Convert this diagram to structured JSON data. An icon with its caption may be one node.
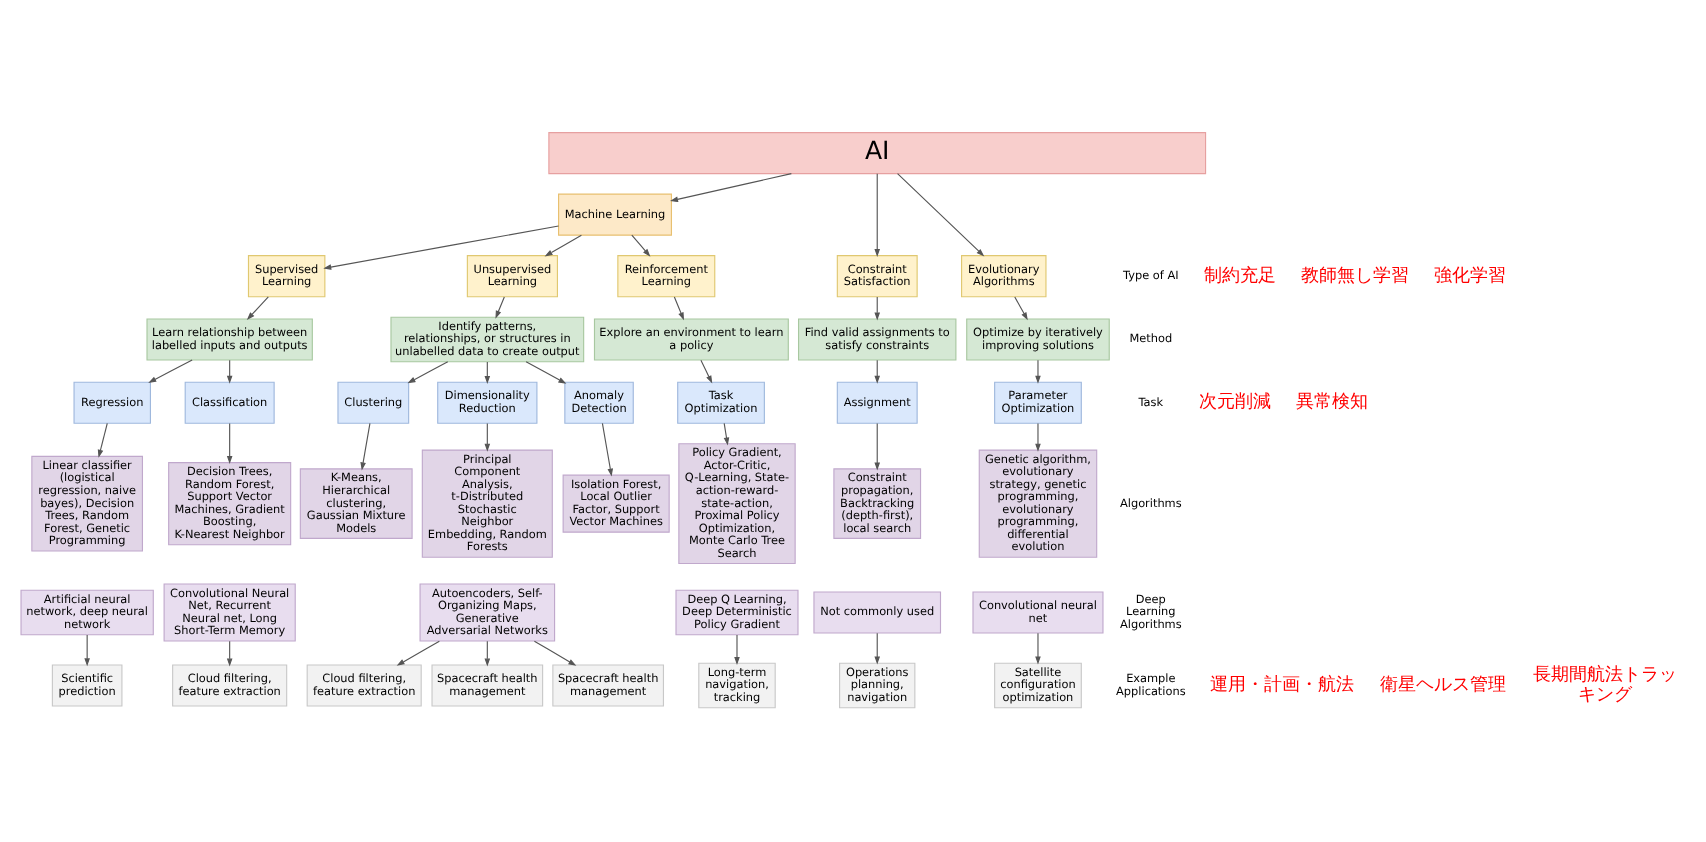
{
  "diagram": {
    "nodes": [
      {
        "text": [
          "AI"
        ]
      },
      {
        "text": [
          "Machine Learning"
        ]
      },
      {
        "text": [
          "Constraint Satisfaction"
        ]
      },
      {
        "text": [
          "Supervised Learning"
        ]
      },
      {
        "text": [
          "Unsupervised Learning"
        ]
      },
      {
        "text": [
          "Reinforcement Learning"
        ]
      },
      {
        "text": [
          "Evolutionary Algorithms"
        ]
      },
      {
        "text": [
          "Find valid assignments to satisfy constraints"
        ]
      },
      {
        "text": [
          "Learn relationship between labelled inputs and outputs"
        ]
      },
      {
        "text": [
          "Identify patterns, relationships, or structures in unlabelled data to create output"
        ]
      },
      {
        "text": [
          "Explore an environment to learn a policy"
        ]
      },
      {
        "text": [
          "Optimize by iteratively improving solutions"
        ]
      },
      {
        "text": [
          "Assignment"
        ]
      },
      {
        "text": [
          "Regression"
        ]
      },
      {
        "text": [
          "Classification"
        ]
      },
      {
        "text": [
          "Clustering"
        ]
      },
      {
        "text": [
          "Dimensionality Reduction"
        ]
      },
      {
        "text": [
          "Anomaly Detection"
        ]
      },
      {
        "text": [
          "Task Optimization"
        ]
      },
      {
        "text": [
          "Parameter Optimization"
        ]
      },
      {
        "text": [
          "Constraint propagation, Backtracking (depth-first), local search"
        ]
      },
      {
        "text": [
          "Linear classifier (logistical regression, naive bayes), Decision Trees, Random Forest, Genetic Programming"
        ]
      },
      {
        "text": [
          "Decision Trees, Random Forest, Support Vector Machines, Gradient Boosting, K-Nearest Neighbor"
        ]
      },
      {
        "text": [
          "K-Means, Hierarchical clustering, Gaussian Mixture Models"
        ]
      },
      {
        "text": [
          "Principal Component Analysis, t-Distributed Stochastic Neighbor Embedding, Random Forests"
        ]
      },
      {
        "text": [
          "Isolation Forest, Local Outlier Factor, Support Vector Machines"
        ]
      },
      {
        "text": [
          "Policy Gradient, Actor-Critic, Q-Learning, State-action-reward-state-action, Proximal Policy Optimization, Monte Carlo Tree Search"
        ]
      },
      {
        "text": [
          "Genetic algorithm, evolutionary strategy, genetic programming, evolutionary programming, differential evolution"
        ]
      },
      {
        "text": [
          "Not commonly used"
        ]
      },
      {
        "text": [
          "Artificial neural network, deep neural network"
        ]
      },
      {
        "text": [
          "Convolutional Neural Net, Recurrent Neural net, Long Short-Term Memory"
        ]
      },
      {
        "text": [
          "Autoencoders, Self-Organizing Maps, Generative Adversarial Networks"
        ]
      },
      {
        "text": [
          "Deep Q Learning, Deep Deterministic Policy Gradient"
        ]
      },
      {
        "text": [
          "Convolutional neural net"
        ]
      },
      {
        "text": [
          "Operations planning, navigation"
        ]
      },
      {
        "text": [
          "Scientific prediction"
        ]
      },
      {
        "text": [
          "Cloud filtering, feature extraction"
        ]
      },
      {
        "text": [
          "Cloud filtering, feature extraction"
        ]
      },
      {
        "text": [
          "Spacecraft health management"
        ]
      },
      {
        "text": [
          "Spacecraft health management"
        ]
      },
      {
        "text": [
          "Long-term navigation, tracking"
        ]
      },
      {
        "text": [
          "Satellite configuration optimization"
        ]
      }
    ],
    "edges": [
      {
        "from": 0,
        "to": 2,
        "arrow": "to"
      },
      {
        "from": 0,
        "to": 1,
        "arrow": "to"
      },
      {
        "from": 0,
        "to": 6,
        "arrow": "to"
      },
      {
        "from": 1,
        "to": 3,
        "arrow": "to"
      },
      {
        "from": 1,
        "to": 4,
        "arrow": "to"
      },
      {
        "from": 1,
        "to": 5,
        "arrow": "to"
      },
      {
        "from": 2,
        "to": 7,
        "arrow": "to"
      },
      {
        "from": 3,
        "to": 8,
        "arrow": "to"
      },
      {
        "from": 4,
        "to": 9,
        "arrow": "to"
      },
      {
        "from": 5,
        "to": 10,
        "arrow": "to"
      },
      {
        "from": 6,
        "to": 11,
        "arrow": "to"
      },
      {
        "from": 7,
        "to": 12,
        "arrow": "to"
      },
      {
        "from": 8,
        "to": 13,
        "arrow": "to"
      },
      {
        "from": 8,
        "to": 14,
        "arrow": "to"
      },
      {
        "from": 9,
        "to": 15,
        "arrow": "to"
      },
      {
        "from": 9,
        "to": 16,
        "arrow": "to"
      },
      {
        "from": 9,
        "to": 17,
        "arrow": "to"
      },
      {
        "from": 10,
        "to": 18,
        "arrow": "to"
      },
      {
        "from": 11,
        "to": 19,
        "arrow": "to"
      },
      {
        "from": 12,
        "to": 20,
        "arrow": "to"
      },
      {
        "from": 13,
        "to": 21,
        "arrow": "to"
      },
      {
        "from": 14,
        "to": 22,
        "arrow": "to"
      },
      {
        "from": 15,
        "to": 23,
        "arrow": "to"
      },
      {
        "from": 16,
        "to": 24,
        "arrow": "to"
      },
      {
        "from": 17,
        "to": 25,
        "arrow": "to"
      },
      {
        "from": 18,
        "to": 26,
        "arrow": "to"
      },
      {
        "from": 19,
        "to": 27,
        "arrow": "to"
      },
      {
        "from": 28,
        "to": 34,
        "arrow": "to"
      },
      {
        "from": 29,
        "to": 35,
        "arrow": "to"
      },
      {
        "from": 30,
        "to": 36,
        "arrow": "to"
      },
      {
        "from": 31,
        "to": 37,
        "arrow": "to"
      },
      {
        "from": 31,
        "to": 38,
        "arrow": "to"
      },
      {
        "from": 31,
        "to": 39,
        "arrow": "to"
      },
      {
        "from": 32,
        "to": 40,
        "arrow": "to"
      },
      {
        "from": 33,
        "to": 41,
        "arrow": "to"
      }
    ],
    "labels": [
      "Type of AI",
      "Method",
      "Task",
      "Algorithms",
      "Deep Learning Algorithms",
      "Example Applications",
      "制約充足",
      "教師無し学習",
      "強化学習",
      "次元削減",
      "異常検知",
      "運用・計画・航法",
      "衛星ヘルス管理",
      "長期間航法トラッキング"
    ]
  }
}
